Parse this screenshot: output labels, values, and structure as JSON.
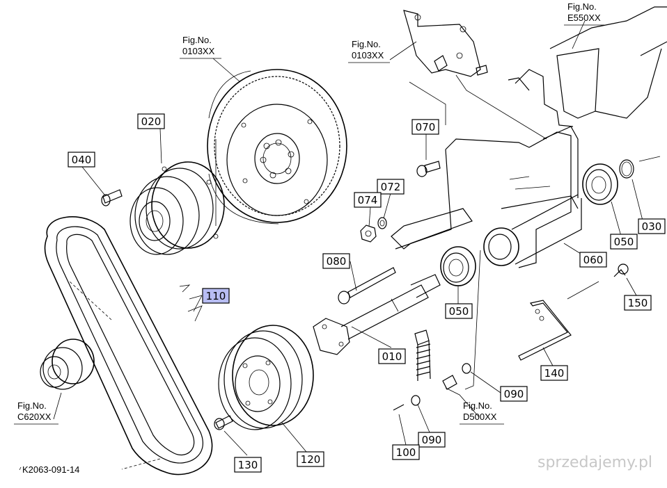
{
  "diagram": {
    "drawing_code": "K2063-091-14",
    "watermark": "sprzedajemy.pl",
    "figure_refs": [
      {
        "id": "fig-0103-flywheel",
        "line1": "Fig.No.",
        "line2": "0103XX"
      },
      {
        "id": "fig-0103-bracket",
        "line1": "Fig.No.",
        "line2": "0103XX"
      },
      {
        "id": "fig-e550",
        "line1": "Fig.No.",
        "line2": "E550XX"
      },
      {
        "id": "fig-c620",
        "line1": "Fig.No.",
        "line2": "C620XX"
      },
      {
        "id": "fig-d500",
        "line1": "Fig.No.",
        "line2": "D500XX"
      }
    ],
    "part_labels": [
      {
        "id": "p020",
        "text": "020",
        "selected": false
      },
      {
        "id": "p040",
        "text": "040",
        "selected": false
      },
      {
        "id": "p070",
        "text": "070",
        "selected": false
      },
      {
        "id": "p072",
        "text": "072",
        "selected": false
      },
      {
        "id": "p074",
        "text": "074",
        "selected": false
      },
      {
        "id": "p080",
        "text": "080",
        "selected": false
      },
      {
        "id": "p110",
        "text": "110",
        "selected": true
      },
      {
        "id": "p050a",
        "text": "050",
        "selected": false
      },
      {
        "id": "p050b",
        "text": "050",
        "selected": false
      },
      {
        "id": "p060",
        "text": "060",
        "selected": false
      },
      {
        "id": "p030",
        "text": "030",
        "selected": false
      },
      {
        "id": "p150",
        "text": "150",
        "selected": false
      },
      {
        "id": "p010",
        "text": "010",
        "selected": false
      },
      {
        "id": "p140",
        "text": "140",
        "selected": false
      },
      {
        "id": "p090a",
        "text": "090",
        "selected": false
      },
      {
        "id": "p090b",
        "text": "090",
        "selected": false
      },
      {
        "id": "p100",
        "text": "100",
        "selected": false
      },
      {
        "id": "p120",
        "text": "120",
        "selected": false
      },
      {
        "id": "p130",
        "text": "130",
        "selected": false
      }
    ],
    "colors": {
      "line": "#000000",
      "label_bg": "#ffffff",
      "selected_bg": "#b8bdf3"
    }
  }
}
